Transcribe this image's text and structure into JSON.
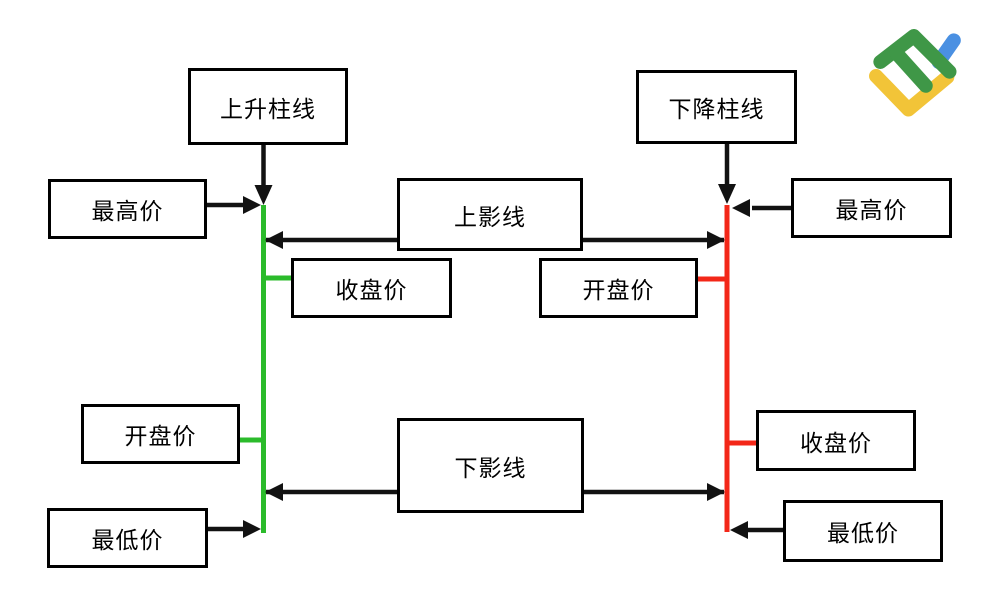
{
  "title": "candlestick-anatomy-diagram",
  "colors": {
    "background": "#ffffff",
    "bullish_line": "#2bbb2b",
    "bearish_line": "#f32718",
    "arrow": "#121212",
    "box_border": "#000000",
    "box_fill": "#ffffff",
    "text": "#000000",
    "logo_green": "#3f9747",
    "logo_blue": "#4a90e2",
    "logo_yellow": "#f2c438"
  },
  "labels": {
    "rising_column": "上升柱线",
    "falling_column": "下降柱线",
    "high_left": "最高价",
    "high_right": "最高价",
    "upper_shadow": "上影线",
    "close_upper_left": "收盘价",
    "open_upper_right": "开盘价",
    "open_lower_left": "开盘价",
    "close_lower_right": "收盘价",
    "lower_shadow": "下影线",
    "low_left": "最低价",
    "low_right": "最低价"
  },
  "logo": {
    "icon": "liteforex-logo-icon"
  }
}
